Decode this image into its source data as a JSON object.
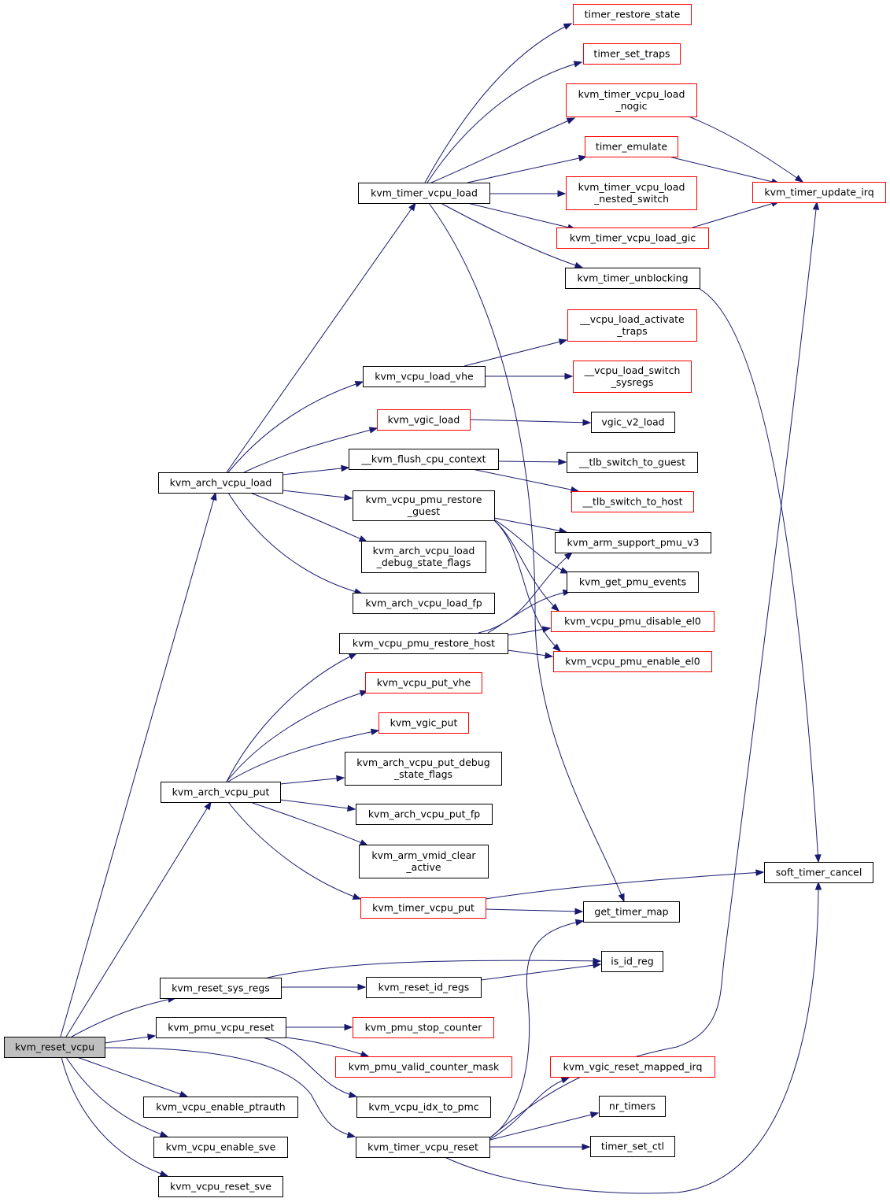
{
  "colors": {
    "edge": "#191970",
    "link_border": "#ff0000",
    "plain_border": "#000000",
    "root_fill": "#bfbfbf"
  },
  "nodes": [
    {
      "id": "root",
      "lines": [
        "kvm_reset_vcpu"
      ],
      "style": "root"
    },
    {
      "id": "arch_load",
      "lines": [
        "kvm_arch_vcpu_load"
      ],
      "style": "black"
    },
    {
      "id": "arch_put",
      "lines": [
        "kvm_arch_vcpu_put"
      ],
      "style": "black"
    },
    {
      "id": "reset_sys",
      "lines": [
        "kvm_reset_sys_regs"
      ],
      "style": "black"
    },
    {
      "id": "pmu_reset",
      "lines": [
        "kvm_pmu_vcpu_reset"
      ],
      "style": "black"
    },
    {
      "id": "en_ptrauth",
      "lines": [
        "kvm_vcpu_enable_ptrauth"
      ],
      "style": "black"
    },
    {
      "id": "en_sve",
      "lines": [
        "kvm_vcpu_enable_sve"
      ],
      "style": "black"
    },
    {
      "id": "reset_sve",
      "lines": [
        "kvm_vcpu_reset_sve"
      ],
      "style": "black"
    },
    {
      "id": "timer_load",
      "lines": [
        "kvm_timer_vcpu_load"
      ],
      "style": "black"
    },
    {
      "id": "load_vhe",
      "lines": [
        "kvm_vcpu_load_vhe"
      ],
      "style": "black"
    },
    {
      "id": "vgic_load",
      "lines": [
        "kvm_vgic_load"
      ],
      "style": "red"
    },
    {
      "id": "flush_ctx",
      "lines": [
        "__kvm_flush_cpu_context"
      ],
      "style": "black"
    },
    {
      "id": "pmu_restore_guest",
      "lines": [
        "kvm_vcpu_pmu_restore",
        "_guest"
      ],
      "style": "black"
    },
    {
      "id": "load_debug",
      "lines": [
        "kvm_arch_vcpu_load",
        "_debug_state_flags"
      ],
      "style": "black"
    },
    {
      "id": "load_fp",
      "lines": [
        "kvm_arch_vcpu_load_fp"
      ],
      "style": "black"
    },
    {
      "id": "pmu_restore_host",
      "lines": [
        "kvm_vcpu_pmu_restore_host"
      ],
      "style": "black"
    },
    {
      "id": "put_vhe",
      "lines": [
        "kvm_vcpu_put_vhe"
      ],
      "style": "red"
    },
    {
      "id": "vgic_put",
      "lines": [
        "kvm_vgic_put"
      ],
      "style": "red"
    },
    {
      "id": "put_debug",
      "lines": [
        "kvm_arch_vcpu_put_debug",
        "_state_flags"
      ],
      "style": "black"
    },
    {
      "id": "put_fp",
      "lines": [
        "kvm_arch_vcpu_put_fp"
      ],
      "style": "black"
    },
    {
      "id": "vmid_clear",
      "lines": [
        "kvm_arm_vmid_clear",
        "_active"
      ],
      "style": "black"
    },
    {
      "id": "timer_put",
      "lines": [
        "kvm_timer_vcpu_put"
      ],
      "style": "red"
    },
    {
      "id": "reset_id",
      "lines": [
        "kvm_reset_id_regs"
      ],
      "style": "black"
    },
    {
      "id": "pmu_stop",
      "lines": [
        "kvm_pmu_stop_counter"
      ],
      "style": "red"
    },
    {
      "id": "pmu_valid",
      "lines": [
        "kvm_pmu_valid_counter_mask"
      ],
      "style": "red"
    },
    {
      "id": "idx_pmc",
      "lines": [
        "kvm_vcpu_idx_to_pmc"
      ],
      "style": "black"
    },
    {
      "id": "timer_reset",
      "lines": [
        "kvm_timer_vcpu_reset"
      ],
      "style": "black"
    },
    {
      "id": "restore_state",
      "lines": [
        "timer_restore_state"
      ],
      "style": "red"
    },
    {
      "id": "set_traps",
      "lines": [
        "timer_set_traps"
      ],
      "style": "red"
    },
    {
      "id": "load_nogic",
      "lines": [
        "kvm_timer_vcpu_load",
        "_nogic"
      ],
      "style": "red"
    },
    {
      "id": "timer_emulate",
      "lines": [
        "timer_emulate"
      ],
      "style": "red"
    },
    {
      "id": "load_nested",
      "lines": [
        "kvm_timer_vcpu_load",
        "_nested_switch"
      ],
      "style": "red"
    },
    {
      "id": "load_gic",
      "lines": [
        "kvm_timer_vcpu_load_gic"
      ],
      "style": "red"
    },
    {
      "id": "unblocking",
      "lines": [
        "kvm_timer_unblocking"
      ],
      "style": "black"
    },
    {
      "id": "activate_traps",
      "lines": [
        "__vcpu_load_activate",
        "_traps"
      ],
      "style": "red"
    },
    {
      "id": "switch_sysregs",
      "lines": [
        "__vcpu_load_switch",
        "_sysregs"
      ],
      "style": "red"
    },
    {
      "id": "v2_load",
      "lines": [
        "vgic_v2_load"
      ],
      "style": "black"
    },
    {
      "id": "tlb_guest",
      "lines": [
        "__tlb_switch_to_guest"
      ],
      "style": "black"
    },
    {
      "id": "tlb_host",
      "lines": [
        "__tlb_switch_to_host"
      ],
      "style": "red"
    },
    {
      "id": "support_v3",
      "lines": [
        "kvm_arm_support_pmu_v3"
      ],
      "style": "black"
    },
    {
      "id": "get_events",
      "lines": [
        "kvm_get_pmu_events"
      ],
      "style": "black"
    },
    {
      "id": "disable_el0",
      "lines": [
        "kvm_vcpu_pmu_disable_el0"
      ],
      "style": "red"
    },
    {
      "id": "enable_el0",
      "lines": [
        "kvm_vcpu_pmu_enable_el0"
      ],
      "style": "red"
    },
    {
      "id": "get_timer_map",
      "lines": [
        "get_timer_map"
      ],
      "style": "black"
    },
    {
      "id": "is_id_reg",
      "lines": [
        "is_id_reg"
      ],
      "style": "black"
    },
    {
      "id": "reset_mapped",
      "lines": [
        "kvm_vgic_reset_mapped_irq"
      ],
      "style": "red"
    },
    {
      "id": "nr_timers",
      "lines": [
        "nr_timers"
      ],
      "style": "black"
    },
    {
      "id": "set_ctl",
      "lines": [
        "timer_set_ctl"
      ],
      "style": "black"
    },
    {
      "id": "update_irq",
      "lines": [
        "kvm_timer_update_irq"
      ],
      "style": "red"
    },
    {
      "id": "soft_cancel",
      "lines": [
        "soft_timer_cancel"
      ],
      "style": "black"
    }
  ]
}
